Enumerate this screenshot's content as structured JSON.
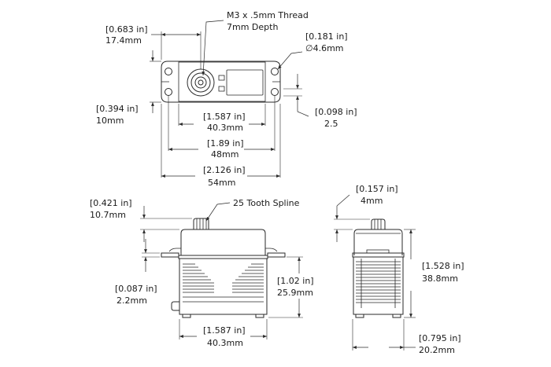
{
  "callouts": {
    "thread": "M3 x .5mm Thread",
    "depth": "7mm Depth",
    "spline": "25 Tooth Spline"
  },
  "top_view": {
    "mount_offset": {
      "inch": "[0.683 in]",
      "mm": "17.4mm"
    },
    "hole_diameter": {
      "inch": "[0.181 in]",
      "mm": "∅4.6mm"
    },
    "ear_height": {
      "inch": "[0.394 in]",
      "mm": "10mm"
    },
    "ear_offset": {
      "inch": "[0.098 in]",
      "mm": "2.5"
    },
    "body_length": {
      "inch": "[1.587 in]",
      "mm": "40.3mm"
    },
    "hole_spacing": {
      "inch": "[1.89 in]",
      "mm": "48mm"
    },
    "overall_length": {
      "inch": "[2.126 in]",
      "mm": "54mm"
    }
  },
  "side_view": {
    "spline_height": {
      "inch": "[0.421 in]",
      "mm": "10.7mm"
    },
    "flange_thickness": {
      "inch": "[0.087 in]",
      "mm": "2.2mm"
    },
    "lower_height": {
      "inch": "[1.02 in]",
      "mm": "25.9mm"
    },
    "body_length": {
      "inch": "[1.587 in]",
      "mm": "40.3mm"
    }
  },
  "end_view": {
    "spline_height": {
      "inch": "[0.157 in]",
      "mm": "4mm"
    },
    "body_height": {
      "inch": "[1.528 in]",
      "mm": "38.8mm"
    },
    "body_width": {
      "inch": "[0.795 in]",
      "mm": "20.2mm"
    }
  }
}
